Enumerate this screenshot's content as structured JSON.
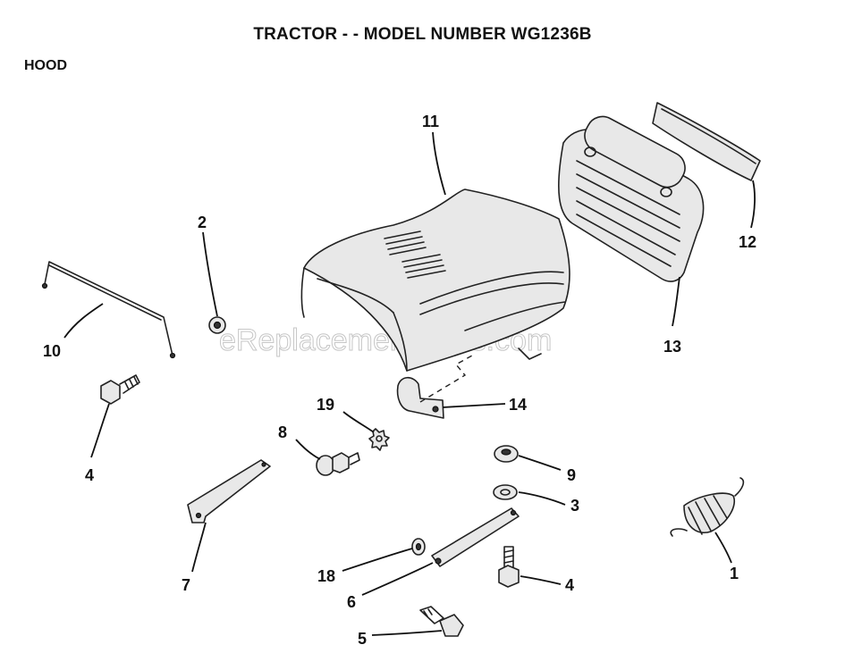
{
  "header": {
    "title": "TRACTOR - - MODEL NUMBER WG1236B",
    "section": "HOOD"
  },
  "watermark": "eReplacementParts.com",
  "callouts": {
    "c1": "1",
    "c2": "2",
    "c3": "3",
    "c4a": "4",
    "c4b": "4",
    "c5": "5",
    "c6": "6",
    "c7": "7",
    "c8": "8",
    "c9": "9",
    "c10": "10",
    "c11": "11",
    "c12": "12",
    "c13": "13",
    "c14": "14",
    "c18": "18",
    "c19": "19"
  }
}
